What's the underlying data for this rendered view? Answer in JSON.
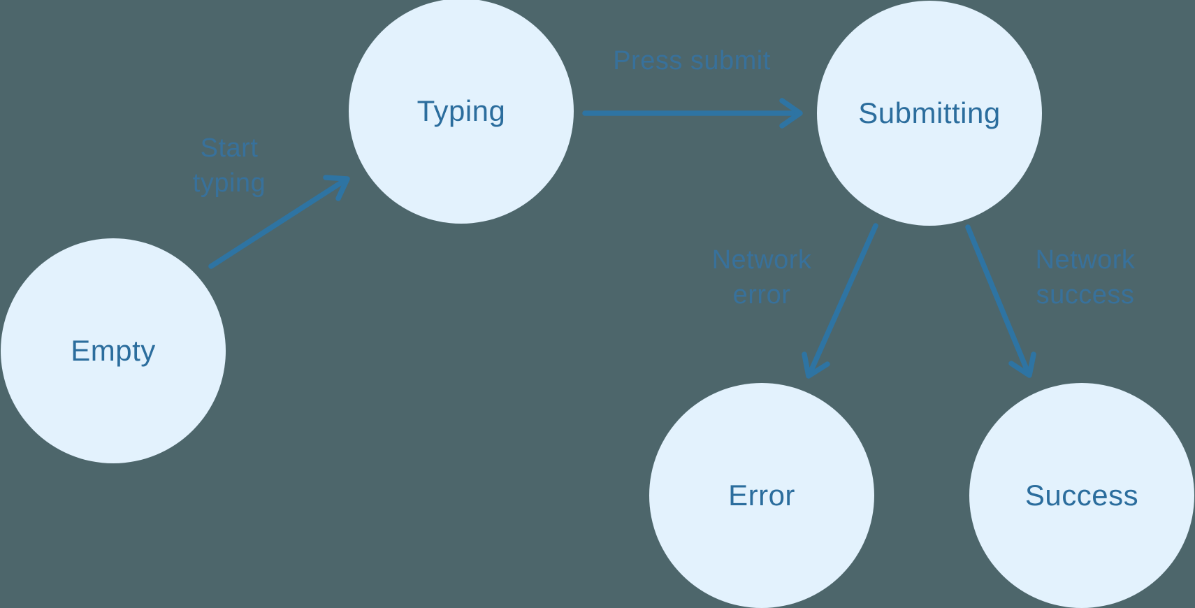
{
  "diagram": {
    "type": "state-machine",
    "colors": {
      "background": "#4d666b",
      "node_fill": "#e3f2fd",
      "node_text": "#2b6d9d",
      "arrow": "#2e74a3",
      "transition_label": "#38719b"
    },
    "nodes": [
      {
        "id": "empty",
        "label": "Empty"
      },
      {
        "id": "typing",
        "label": "Typing"
      },
      {
        "id": "submitting",
        "label": "Submitting"
      },
      {
        "id": "error",
        "label": "Error"
      },
      {
        "id": "success",
        "label": "Success"
      }
    ],
    "transitions": [
      {
        "from": "empty",
        "to": "typing",
        "label": "Start typing"
      },
      {
        "from": "typing",
        "to": "submitting",
        "label": "Press submit"
      },
      {
        "from": "submitting",
        "to": "error",
        "label": "Network error"
      },
      {
        "from": "submitting",
        "to": "success",
        "label": "Network success"
      }
    ]
  }
}
